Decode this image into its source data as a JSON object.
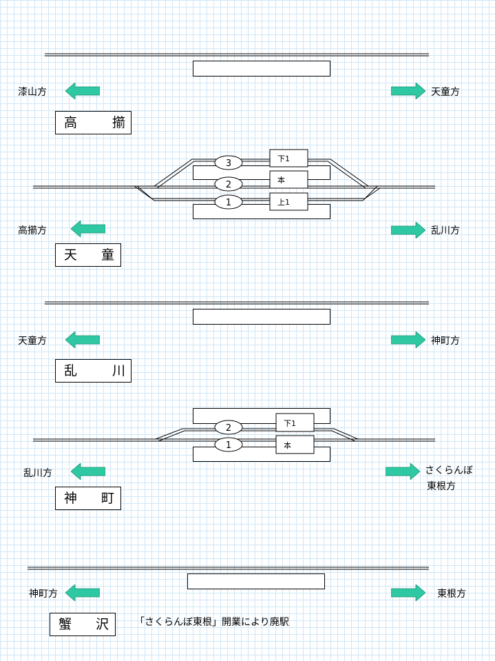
{
  "arrow_color": "#2ec9a3",
  "sections": [
    {
      "left_dir": "漆山方",
      "right_dir": "天童方",
      "station_left": "高",
      "station_right": "擶"
    },
    {
      "left_dir": "高擶方",
      "right_dir": "乱川方",
      "station_left": "天",
      "station_right": "童",
      "tracks": {
        "t3": "3",
        "t2": "2",
        "t1": "1",
        "d1": "下1",
        "main": "本",
        "u1": "上1"
      }
    },
    {
      "left_dir": "天童方",
      "right_dir": "神町方",
      "station_left": "乱",
      "station_right": "川"
    },
    {
      "left_dir": "乱川方",
      "right_dir_line1": "さくらんぼ",
      "right_dir_line2": "東根方",
      "station_left": "神",
      "station_right": "町",
      "tracks": {
        "t2": "2",
        "t1": "1",
        "d1": "下1",
        "main": "本"
      }
    },
    {
      "left_dir": "神町方",
      "right_dir": "東根方",
      "station_left": "蟹",
      "station_right": "沢",
      "note": "「さくらんぼ東根」開業により廃駅"
    }
  ]
}
